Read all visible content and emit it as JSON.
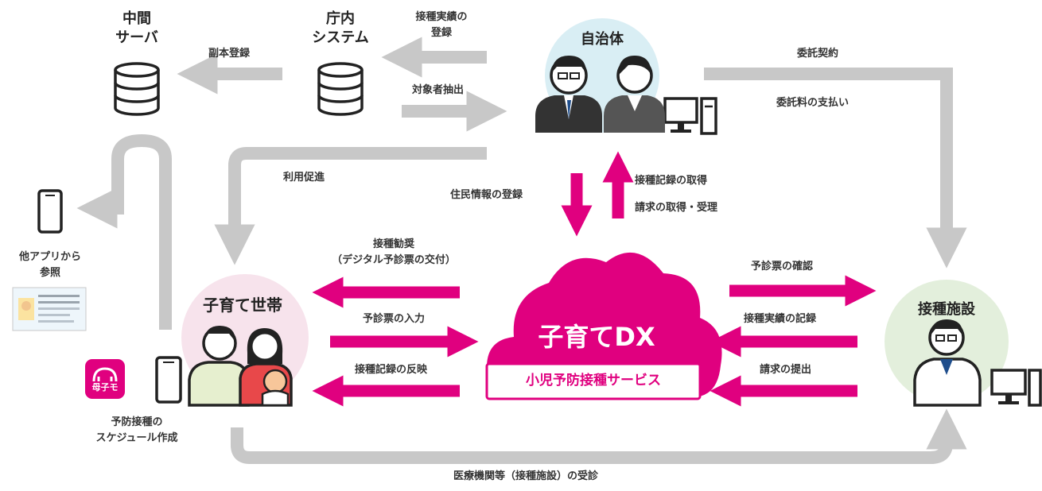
{
  "nodes": {
    "chukan_server": "中間\nサーバ",
    "chonai_system": "庁内\nシステム",
    "jichitai": "自治体",
    "kosodate_setai": "子育て世帯",
    "sesshu_shisetsu": "接種施設",
    "kosodate_dx": "子育てDX",
    "service_name": "小児予防接種サービス",
    "app_icon_text": "母子モ"
  },
  "labels": {
    "fukuhon_touroku": "副本登録",
    "sesshu_jisseki_touroku": "接種実績の\n登録",
    "taishosha_chushutsu": "対象者抽出",
    "itaku_keiyaku": "委託契約",
    "itakuryo_shiharai": "委託料の支払い",
    "riyou_sokushin": "利用促進",
    "jumin_jouhou_touroku": "住民情報の登録",
    "sesshu_kiroku_shutoku": "接種記録の取得",
    "seikyu_shutoku_juri": "請求の取得・受理",
    "sesshu_kanshou": "接種勧奨\n（デジタル予診票の交付）",
    "yoshinhyo_nyuryoku": "予診票の入力",
    "sesshu_kiroku_hanei": "接種記録の反映",
    "yoshinhyo_kakunin": "予診票の確認",
    "sesshu_jisseki_kiroku": "接種実績の記録",
    "seikyu_teishutsu": "請求の提出",
    "ta_app_sanshou": "他アプリから\n参照",
    "schedule_sakusei": "予防接種の\nスケジュール作成",
    "jushin": "医療機関等（接種施設）の受診"
  },
  "colors": {
    "accent": "#e0007f",
    "gray_arrow": "#c8c8c8",
    "jichitai_circle": "#d9eef4",
    "setai_circle": "#f7e3ec",
    "shisetsu_circle": "#e3efdc"
  }
}
